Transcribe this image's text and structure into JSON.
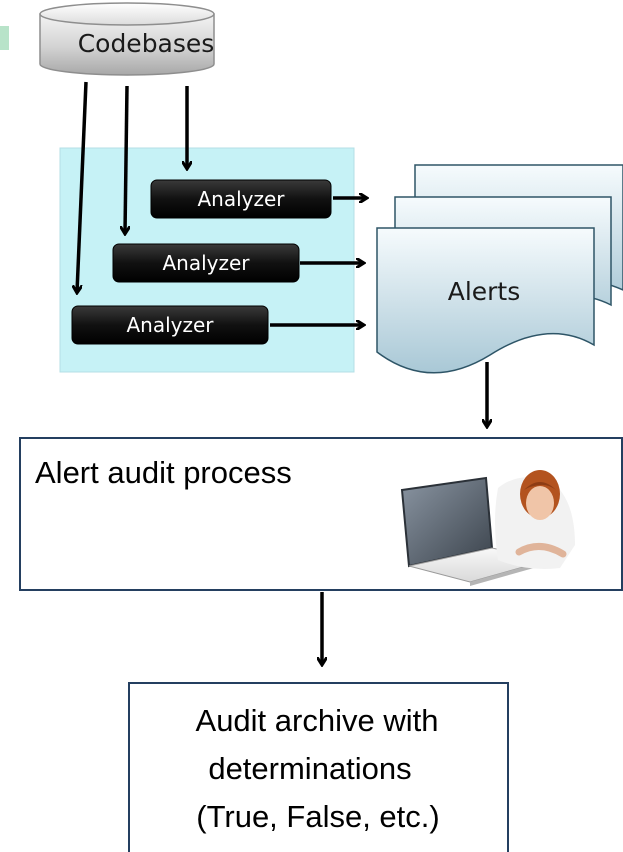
{
  "codebases": {
    "label": "Codebases"
  },
  "analyzers": [
    {
      "label": "Analyzer"
    },
    {
      "label": "Analyzer"
    },
    {
      "label": "Analyzer"
    }
  ],
  "alerts": {
    "label": "Alerts"
  },
  "audit_process": {
    "label": "Alert audit process"
  },
  "archive": {
    "lines": [
      "Audit archive with",
      "determinations",
      "(True, False, etc.)"
    ]
  }
}
